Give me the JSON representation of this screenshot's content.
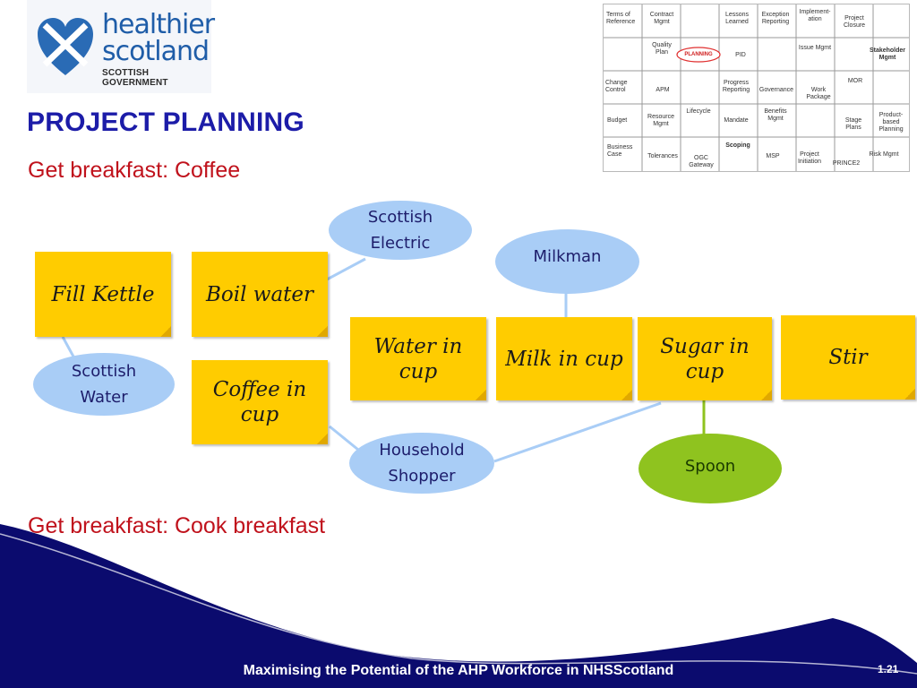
{
  "logo": {
    "line1": "healthier",
    "line2": "scotland",
    "line3": "SCOTTISH GOVERNMENT"
  },
  "title": "PROJECT PLANNING",
  "subheads": {
    "coffee": "Get breakfast: Coffee",
    "cook": "Get breakfast: Cook breakfast"
  },
  "puzzle": {
    "highlight": "PLANNING",
    "pieces": [
      "Terms of Reference",
      "Contract Mgmt",
      "Lessons Learned",
      "Exception Reporting",
      "Implement-ation",
      "Project Closure",
      "Quality Plan",
      "PID",
      "Issue Mgmt",
      "Stakeholder Mgmt",
      "Change Control",
      "APM",
      "Progress Reporting",
      "Governance",
      "Work Package",
      "MOR",
      "Budget",
      "Resource Mgmt",
      "Lifecycle",
      "Mandate",
      "Benefits Mgmt",
      "Stage Plans",
      "Product-based Planning",
      "Business Case",
      "Tolerances",
      "OGC Gateway",
      "Scoping",
      "MSP",
      "Project Initiation",
      "PRINCE2",
      "Risk Mgmt"
    ]
  },
  "notes": {
    "fill_kettle": "Fill Kettle",
    "boil_water": "Boil water",
    "coffee_in_cup": "Coffee in cup",
    "water_in_cup": "Water in cup",
    "milk_in_cup": "Milk in cup",
    "sugar_in_cup": "Sugar in cup",
    "stir": "Stir"
  },
  "resources": {
    "scottish_electric": "Scottish Electric",
    "milkman": "Milkman",
    "scottish_water": "Scottish Water",
    "household_shopper": "Household Shopper",
    "spoon": "Spoon"
  },
  "footer": {
    "text": "Maximising the Potential of the AHP Workforce in NHSScotland",
    "slide_number": "1.21"
  },
  "colors": {
    "navy": "#0b0b6e",
    "title": "#1c1ca8",
    "subhead": "#c0121c",
    "sticky": "#ffcc00",
    "ellipse_blue": "#a9cdf6",
    "ellipse_green": "#8fc31f"
  }
}
